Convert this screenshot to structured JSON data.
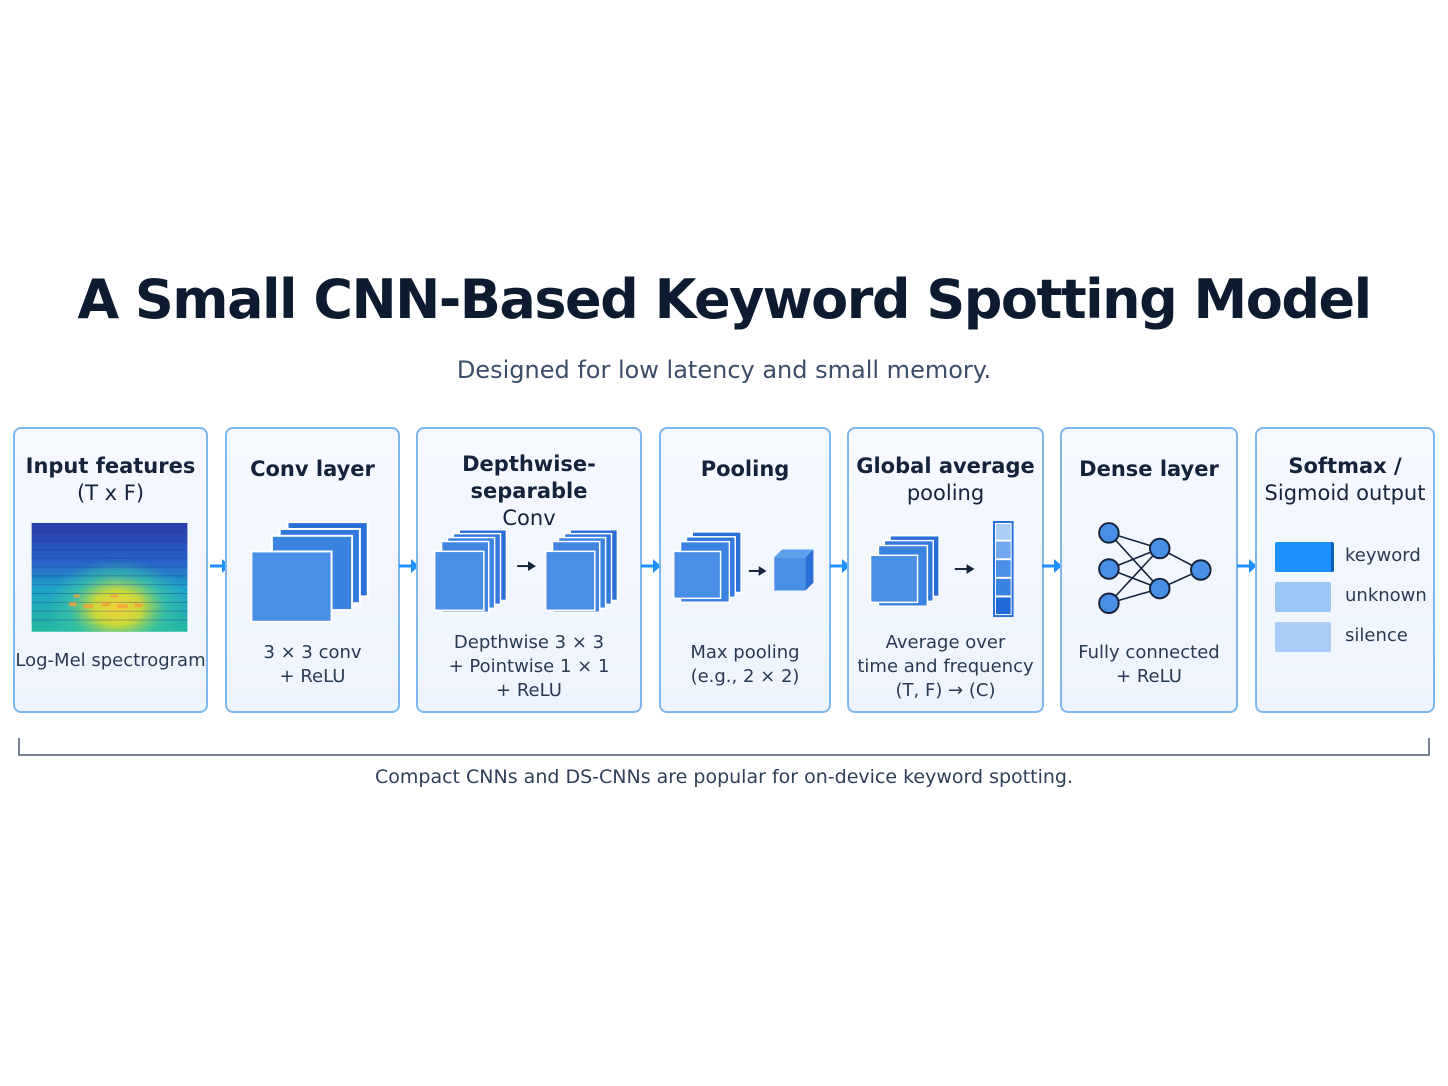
{
  "title": "A Small CNN-Based Keyword Spotting Model",
  "subtitle": "Designed for low latency and small memory.",
  "stages": [
    {
      "title": "Input features",
      "title_sub": "(T x F)",
      "caption": [
        "Log-Mel spectrogram"
      ]
    },
    {
      "title": "Conv layer",
      "caption": [
        "3 × 3 conv",
        "+ ReLU"
      ]
    },
    {
      "title": "Depthwise-separable",
      "title_sub": "Conv",
      "caption": [
        "Depthwise 3 × 3",
        "+ Pointwise 1 × 1",
        "+ ReLU"
      ]
    },
    {
      "title": "Pooling",
      "caption": [
        "Max pooling",
        "(e.g., 2 × 2)"
      ]
    },
    {
      "title": "Global average",
      "title_sub": "pooling",
      "caption": [
        "Average over",
        "time and frequency",
        "(T, F) → (C)"
      ]
    },
    {
      "title": "Dense layer",
      "caption": [
        "Fully connected",
        "+ ReLU"
      ]
    },
    {
      "title": "Softmax /",
      "title_sub": "Sigmoid output",
      "outputs": [
        "keyword",
        "unknown",
        "silence"
      ]
    }
  ],
  "footer": "Compact CNNs and DS-CNNs are popular for on-device keyword spotting.",
  "colors": {
    "accent": "#1e90ff",
    "card_border": "#7fb8ee",
    "block": "#4a8fe6",
    "title": "#0d1b30"
  }
}
